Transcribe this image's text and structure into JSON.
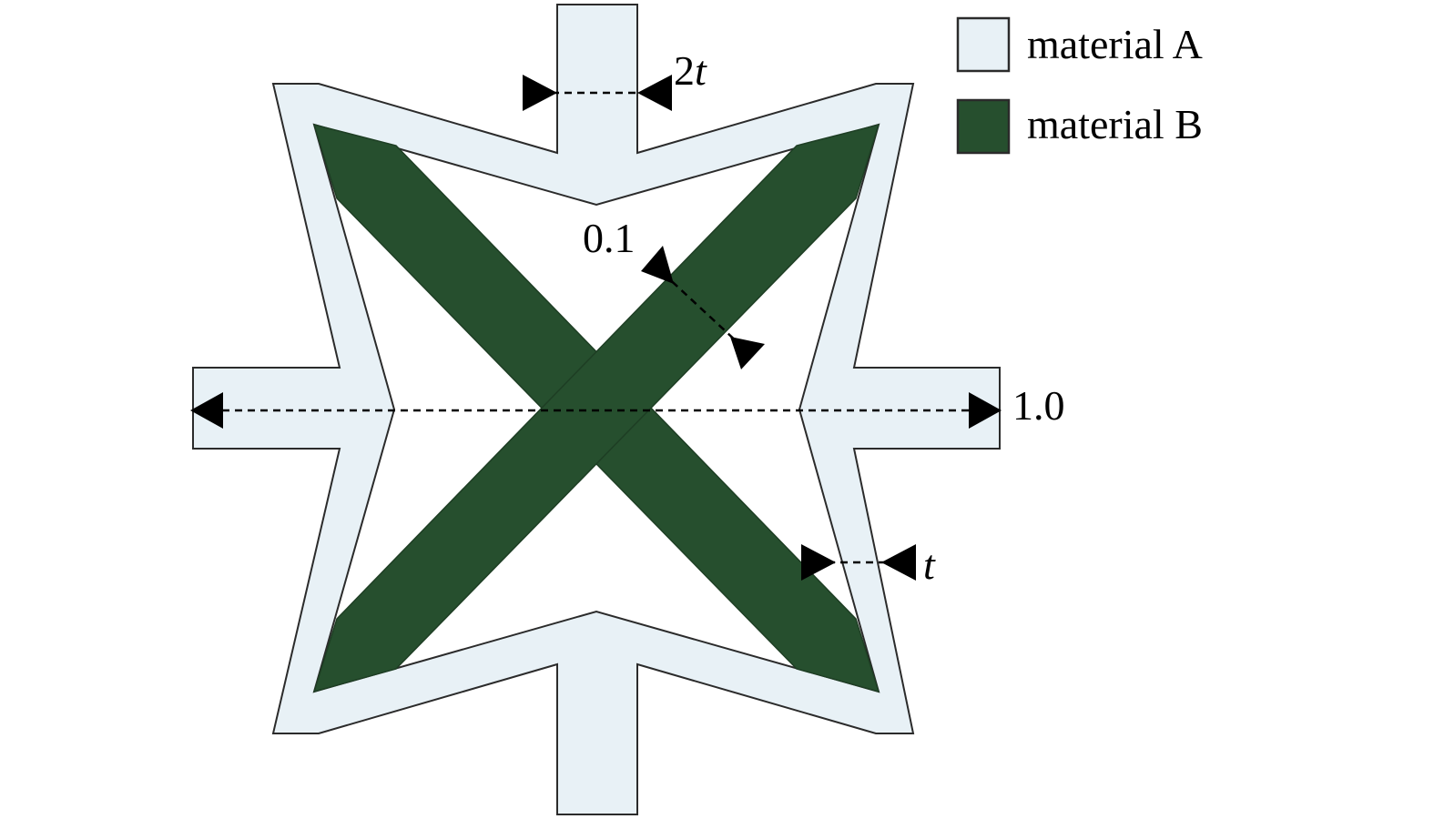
{
  "colors": {
    "material_a": "#e8f1f6",
    "material_b": "#264f2e",
    "outline": "#2b2b2b",
    "dimension": "#000000"
  },
  "legend": {
    "items": [
      {
        "label": "material A",
        "swatch_color": "#e8f1f6"
      },
      {
        "label": "material B",
        "swatch_color": "#264f2e"
      }
    ]
  },
  "dimensions": {
    "top_stub_width": {
      "coef": "2",
      "var": "t"
    },
    "band_width": "0.1",
    "span": "1.0",
    "frame_thickness": "t"
  }
}
